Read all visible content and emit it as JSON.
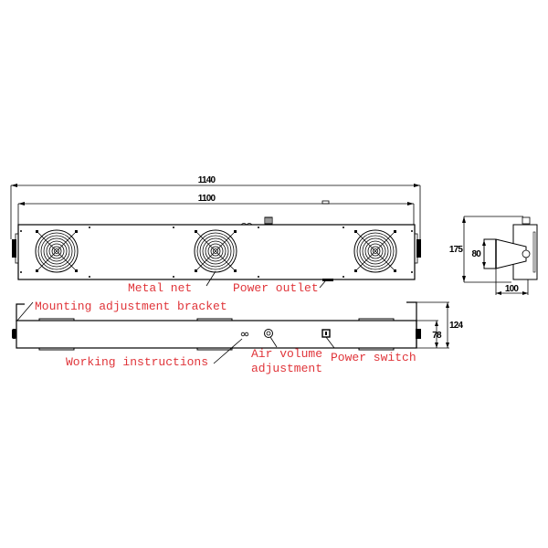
{
  "diagram": {
    "type": "technical-drawing",
    "subject": "ionizing air blower bar (3 fans)",
    "colors": {
      "line": "#000000",
      "label": "#e0353a",
      "background": "#ffffff"
    },
    "dimensions": {
      "overall_length": "1140",
      "body_length": "1100",
      "side_height": "175",
      "side_bracket_height": "80",
      "side_depth": "100",
      "bottom_height": "124",
      "bottom_body_height": "78"
    },
    "views": {
      "front": {
        "fans": 3
      },
      "side": {},
      "bottom": {}
    },
    "labels": {
      "metal_net": "Metal net",
      "power_outlet": "Power outlet",
      "mounting_bracket": "Mounting adjustment bracket",
      "working_instructions": "Working instructions",
      "air_volume_line1": "Air volume",
      "air_volume_line2": "adjustment",
      "power_switch": "Power switch"
    }
  }
}
